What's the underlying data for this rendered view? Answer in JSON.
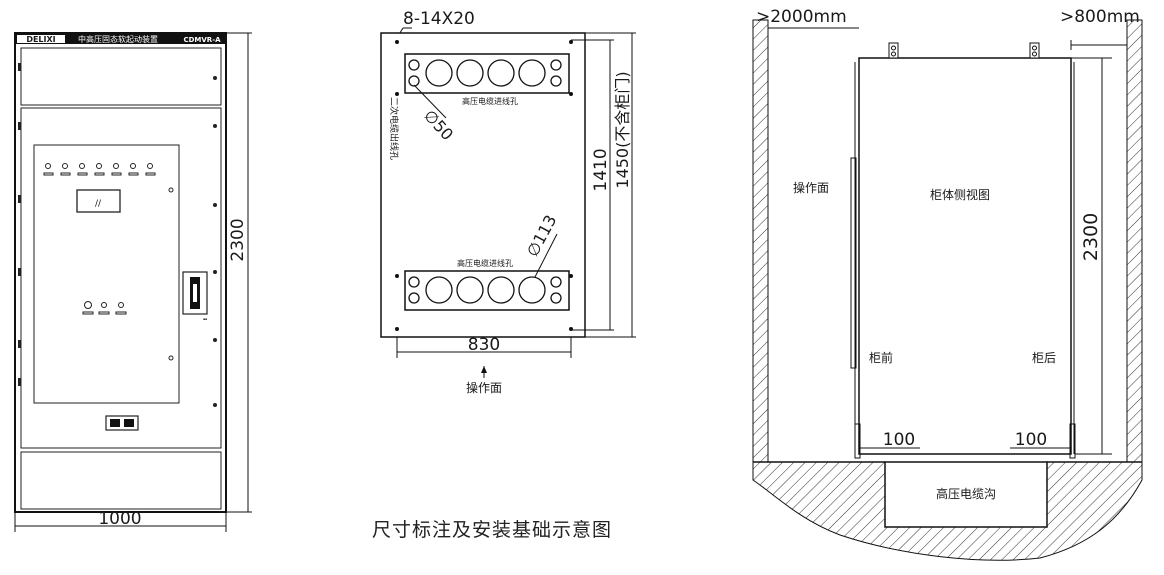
{
  "front_view": {
    "brand_label": "DELIXI",
    "product_label": "中高压固态软起动装置",
    "model_label": "CDMVR-A",
    "width_dim": "1000",
    "height_dim": "2300",
    "meter_mark": "//"
  },
  "base_view": {
    "bolt_spec": "8-14X20",
    "top_hole_label": "高压电缆进线孔",
    "bottom_hole_label": "高压电缆进线孔",
    "secondary_hole_label": "二次电缆出线孔",
    "small_hole_dim": "∅50",
    "large_hole_dim": "∅113",
    "inner_depth_dim": "1410",
    "outer_depth_dim": "1450(不含柜门)",
    "width_dim": "830",
    "operation_side_label": "操作面"
  },
  "side_view": {
    "front_clearance": ">2000mm",
    "rear_clearance": ">800mm",
    "operation_side_label": "操作面",
    "view_title": "柜体侧视图",
    "height_dim": "2300",
    "front_label": "柜前",
    "rear_label": "柜后",
    "front_offset": "100",
    "rear_offset": "100",
    "trench_label": "高压电缆沟"
  },
  "caption": "尺寸标注及安装基础示意图"
}
